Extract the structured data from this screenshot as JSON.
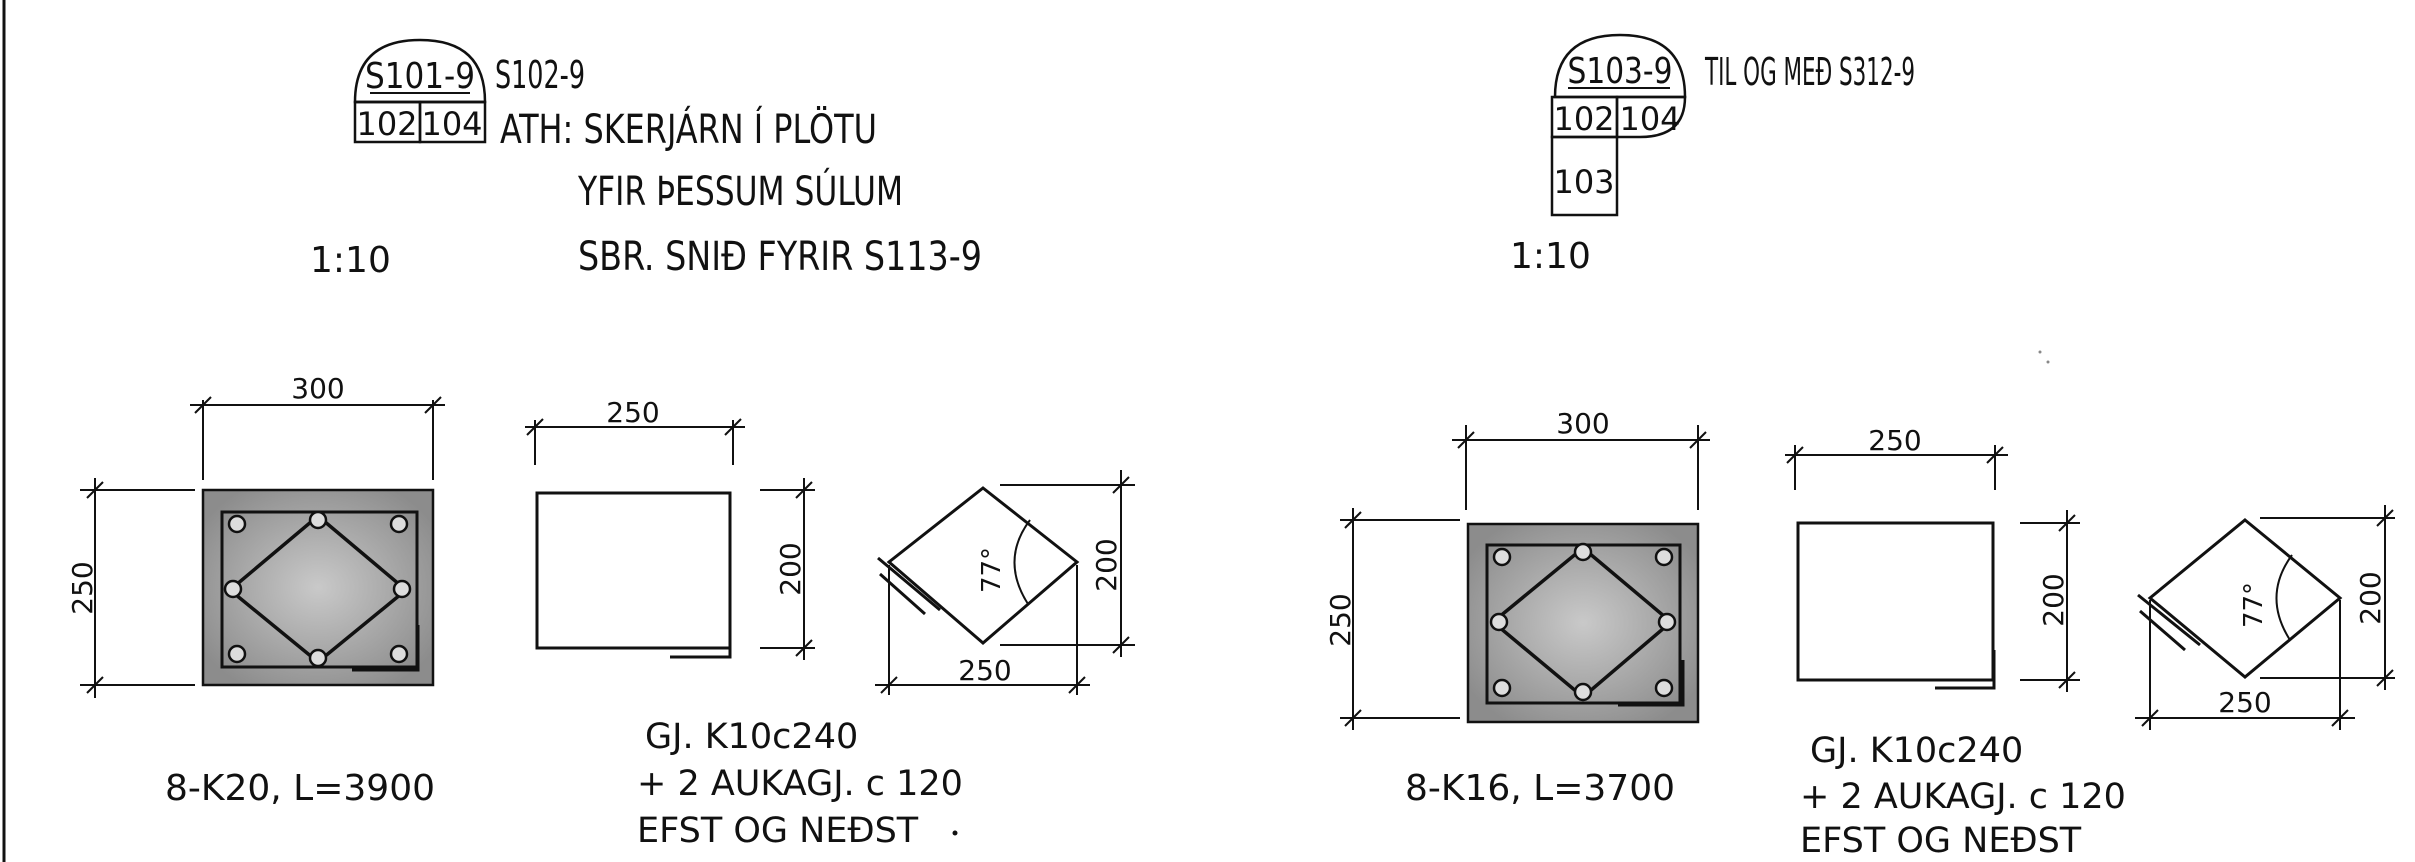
{
  "left": {
    "bubble_top": "S101-9",
    "bubble_cells": [
      "102",
      "104"
    ],
    "also": "S102-9",
    "note": [
      "ATH: SKERJÁRN Í PLÖTU",
      "YFIR ÞESSUM SÚLUM",
      "SBR. SNIÐ FYRIR S113-9"
    ],
    "scale": "1:10",
    "column": {
      "dim_w": "300",
      "dim_h": "250",
      "rebar": "8-K20, L=3900"
    },
    "stirrup": {
      "dim_w": "250",
      "dim_h": "200"
    },
    "diamond": {
      "angle": "77°",
      "dim_h": "200",
      "dim_w": "250"
    },
    "stirrup_note": [
      "GJ. K10c240",
      "+ 2 AUKAGJ. c 120",
      "EFST OG NEÐST"
    ]
  },
  "right": {
    "bubble_top": "S103-9",
    "bubble_cells": [
      "102",
      "104",
      "103"
    ],
    "also": "TIL OG MEÐ S312-9",
    "scale": "1:10",
    "column": {
      "dim_w": "300",
      "dim_h": "250",
      "rebar": "8-K16, L=3700"
    },
    "stirrup": {
      "dim_w": "250",
      "dim_h": "200"
    },
    "diamond": {
      "angle": "77°",
      "dim_h": "200",
      "dim_w": "250"
    },
    "stirrup_note": [
      "GJ. K10c240",
      "+ 2 AUKAGJ. c 120",
      "EFST OG NEÐST"
    ]
  }
}
